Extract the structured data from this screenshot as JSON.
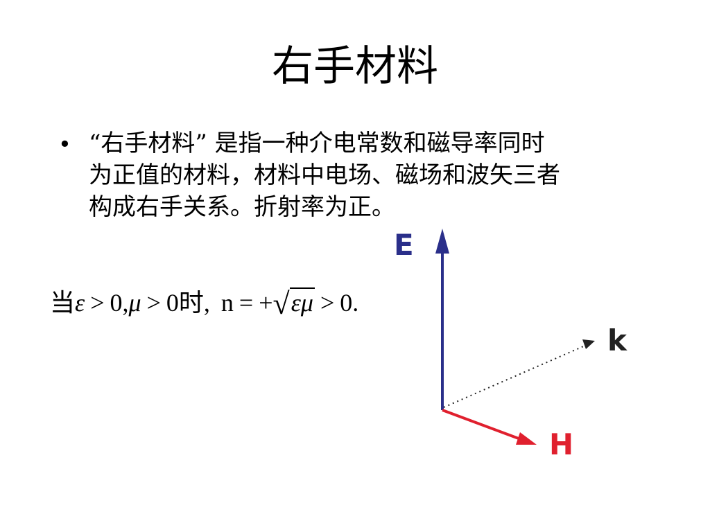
{
  "slide": {
    "title": "右手材料",
    "bullet": {
      "marker": "•",
      "lines": [
        "“右手材料” 是指一种介电常数和磁导率同时",
        "为正值的材料，材料中电场、磁场和波矢三者",
        "构成右手关系。折射率为正。"
      ]
    },
    "formula": {
      "prefix": "当",
      "epsilon": "ε",
      "gt": ">",
      "zero": "0",
      "comma": ",",
      "mu": "μ",
      "gt2": ">",
      "zero2": "0",
      "shi": "时,",
      "n": "n",
      "eq": "=",
      "plus": "+",
      "sqrt_sign": "√",
      "radicand": "εμ",
      "gt3": ">",
      "end": "0."
    },
    "diagram": {
      "labels": {
        "E": "E",
        "k": "k",
        "H": "H"
      },
      "colors": {
        "E": "#2a2f8a",
        "k": "#222222",
        "H": "#e0202e"
      }
    }
  }
}
